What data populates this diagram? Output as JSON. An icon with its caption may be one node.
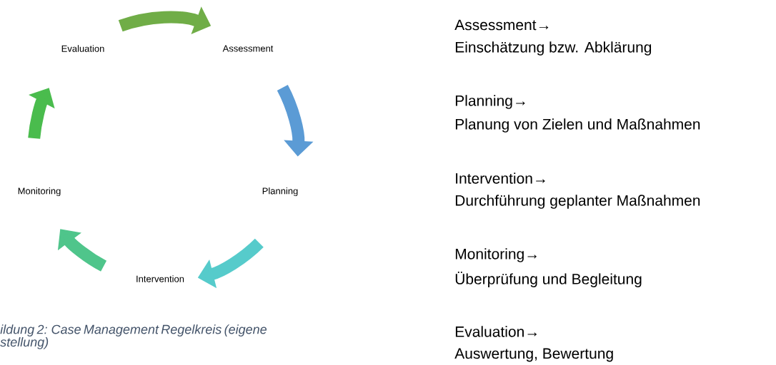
{
  "diagram": {
    "caption": "ildung 2: Case Management Regelkreis (eigene stellung)",
    "nodes": [
      {
        "text": [
          "Assessment"
        ]
      },
      {
        "text": [
          "Planning"
        ]
      },
      {
        "text": [
          "Intervention"
        ]
      },
      {
        "text": [
          "Monitoring"
        ]
      },
      {
        "text": [
          "Evaluation"
        ]
      }
    ],
    "edges": [
      {
        "from": 0,
        "to": 1,
        "arrow": "to",
        "color": "#5b9bd5"
      },
      {
        "from": 1,
        "to": 2,
        "arrow": "to",
        "color": "#56cbcb"
      },
      {
        "from": 2,
        "to": 3,
        "arrow": "to",
        "color": "#4fc58b"
      },
      {
        "from": 3,
        "to": 4,
        "arrow": "to",
        "color": "#4abc4d"
      },
      {
        "from": 4,
        "to": 0,
        "arrow": "to",
        "color": "#70ad47"
      }
    ],
    "labels": [
      "Assessment→",
      "Einschätzung bzw. Abklärung",
      "Planning→",
      "Planung von Zielen und Maßnahmen",
      "Intervention→",
      "Durchführung geplanter Maßnahmen",
      "Monitoring→",
      "Überprüfung und Begleitung",
      "Evaluation→",
      "Auswertung, Bewertung"
    ]
  }
}
